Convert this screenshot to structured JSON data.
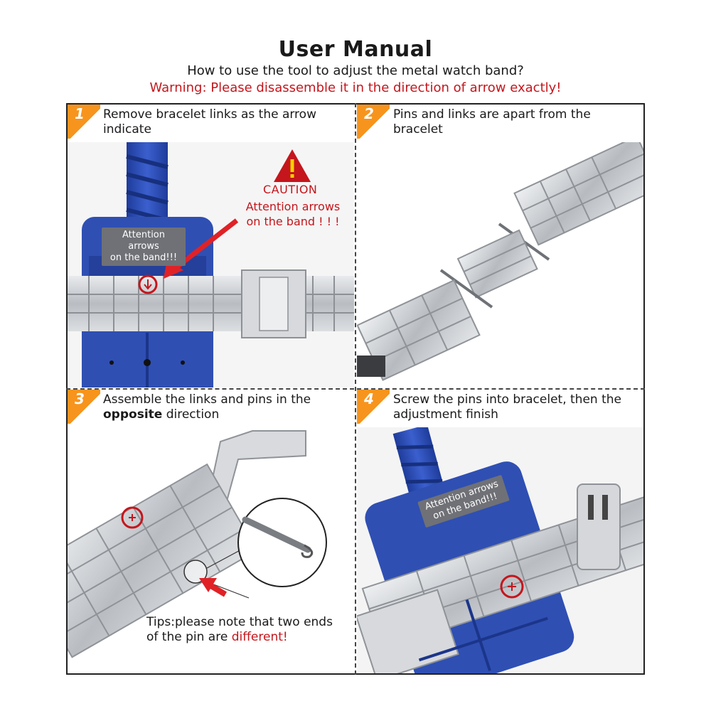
{
  "header": {
    "title": "User Manual",
    "subtitle": "How to use the tool to adjust the metal watch band?",
    "warning": "Warning: Please disassemble it in the direction of arrow exactly!"
  },
  "steps": [
    {
      "number": "1",
      "line1": "Remove bracelet links as the arrow",
      "line2": "indicate"
    },
    {
      "number": "2",
      "line1": "Pins and links are apart from the",
      "line2": "bracelet"
    },
    {
      "number": "3",
      "line1": "Assemble the links and pins in the",
      "line2_bold": "opposite",
      "line2_rest": " direction"
    },
    {
      "number": "4",
      "line1": "Screw the pins into bracelet, then the",
      "line2": "adjustment finish"
    }
  ],
  "caution": {
    "icon": "warning-triangle-icon",
    "label": "CAUTION",
    "line1": "Attention arrows",
    "line2": "on the band ! ! !"
  },
  "tool_label": {
    "line1": "Attention arrows",
    "line2": "on the band!!!"
  },
  "tool_label_4": {
    "line1": "Attention arrows",
    "line2": "on the band!!!"
  },
  "tips": {
    "line1": "Tips:please note that two ends",
    "line2_start": "of the pin are ",
    "line2_red": "different!"
  },
  "colors": {
    "accent_orange": "#f7941d",
    "warning_red": "#c4161c",
    "tool_blue": "#2f4fb3",
    "steel": "#c9ccd0"
  }
}
